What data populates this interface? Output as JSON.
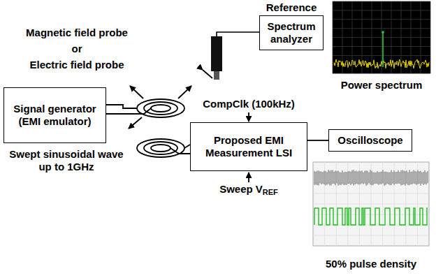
{
  "diagram": {
    "nodes": [
      {
        "text": [
          "Spectrum analyzer"
        ]
      },
      {
        "text": [
          "Signal generator (EMI emulator)"
        ]
      },
      {
        "text": [
          "Proposed EMI Measurement LSI"
        ]
      },
      {
        "text": [
          "Oscilloscope"
        ]
      }
    ],
    "edges": [
      {
        "from": 2,
        "to": 3,
        "arrow": "none"
      }
    ],
    "labels": [
      "Reference",
      "Magnetic field probe",
      "or",
      "Electric field probe",
      "Power spectrum",
      "Swept sinusoidal wave up to 1GHz",
      "CompClk (100kHz)",
      "Sweep V",
      "REF",
      "50% pulse density"
    ]
  }
}
